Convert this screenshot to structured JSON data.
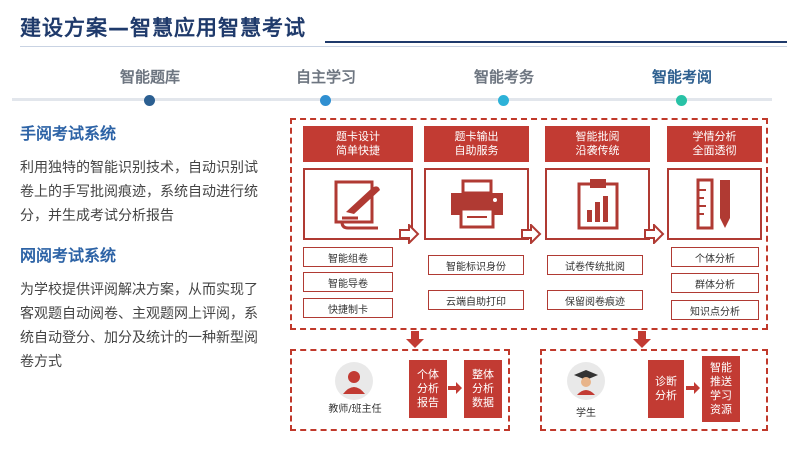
{
  "title": "建设方案—智慧应用智慧考试",
  "steps": [
    {
      "label": "智能题库",
      "color": "#2b5f91"
    },
    {
      "label": "自主学习",
      "color": "#2f8fd1"
    },
    {
      "label": "智能考务",
      "color": "#2db2d8"
    },
    {
      "label": "智能考阅",
      "color": "#28c2a6"
    }
  ],
  "sections": [
    {
      "title": "手阅考试系统",
      "text": "利用独特的智能识别技术，自动识别试卷上的手写批阅痕迹，系统自动进行统分，并生成考试分析报告"
    },
    {
      "title": "网阅考试系统",
      "text": "为学校提供评阅解决方案，从而实现了客观题自动阅卷、主观题网上评阅，系统自动登分、加分及统计的一种新型阅卷方式"
    }
  ],
  "columns": [
    {
      "head": [
        "题卡设计",
        "简单快捷"
      ],
      "icon": "pen-paper-icon",
      "items": [
        "智能组卷",
        "智能导卷",
        "快捷制卡"
      ]
    },
    {
      "head": [
        "题卡输出",
        "自助服务"
      ],
      "icon": "printer-icon",
      "items": [
        "智能标识身份",
        "云端自助打印"
      ]
    },
    {
      "head": [
        "智能批阅",
        "沿袭传统"
      ],
      "icon": "clipboard-chart-icon",
      "items": [
        "试卷传统批阅",
        "保留阅卷痕迹"
      ]
    },
    {
      "head": [
        "学情分析",
        "全面透彻"
      ],
      "icon": "ruler-pencil-icon",
      "items": [
        "个体分析",
        "群体分析",
        "知识点分析"
      ]
    }
  ],
  "bottom_left": {
    "role": "教师/班主任",
    "box1": "个体分析报告",
    "box2": "整体分析数据"
  },
  "bottom_right": {
    "role": "学生",
    "box1": "诊断分析",
    "box2": "智能推送学习资源"
  },
  "colors": {
    "accent_red": "#c23b33",
    "title_blue": "#1f3a6b"
  }
}
